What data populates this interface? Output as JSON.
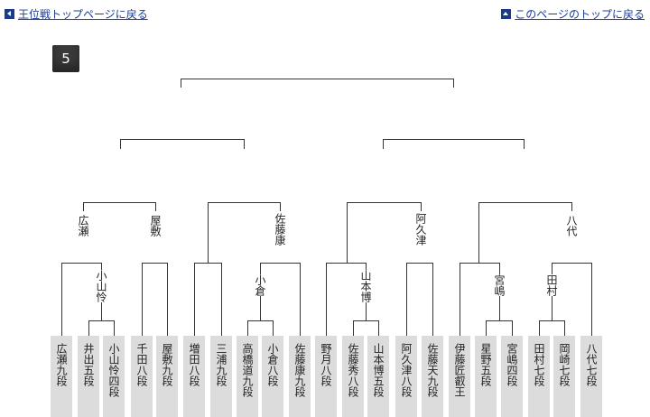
{
  "links": {
    "back": "王位戦トップページに戻る",
    "top": "このページのトップに戻る"
  },
  "round": "5",
  "players": [
    "広瀬九段",
    "井出五段",
    "小山怜四段",
    "千田八段",
    "屋敷九段",
    "増田八段",
    "三浦九段",
    "高橋道九段",
    "小倉八段",
    "佐藤康九段",
    "野月八段",
    "佐藤秀八段",
    "山本博五段",
    "阿久津八段",
    "佐藤天九段",
    "伊藤匠叡王",
    "星野五段",
    "宮嶋四段",
    "田村七段",
    "岡崎七段",
    "八代七段"
  ],
  "winners": {
    "r1": [
      "小山怜",
      "小倉",
      "山本博",
      "宮嶋",
      "田村"
    ],
    "r2": [
      "広瀬",
      "屋敷",
      "佐藤康",
      "阿久津",
      "八代"
    ]
  }
}
